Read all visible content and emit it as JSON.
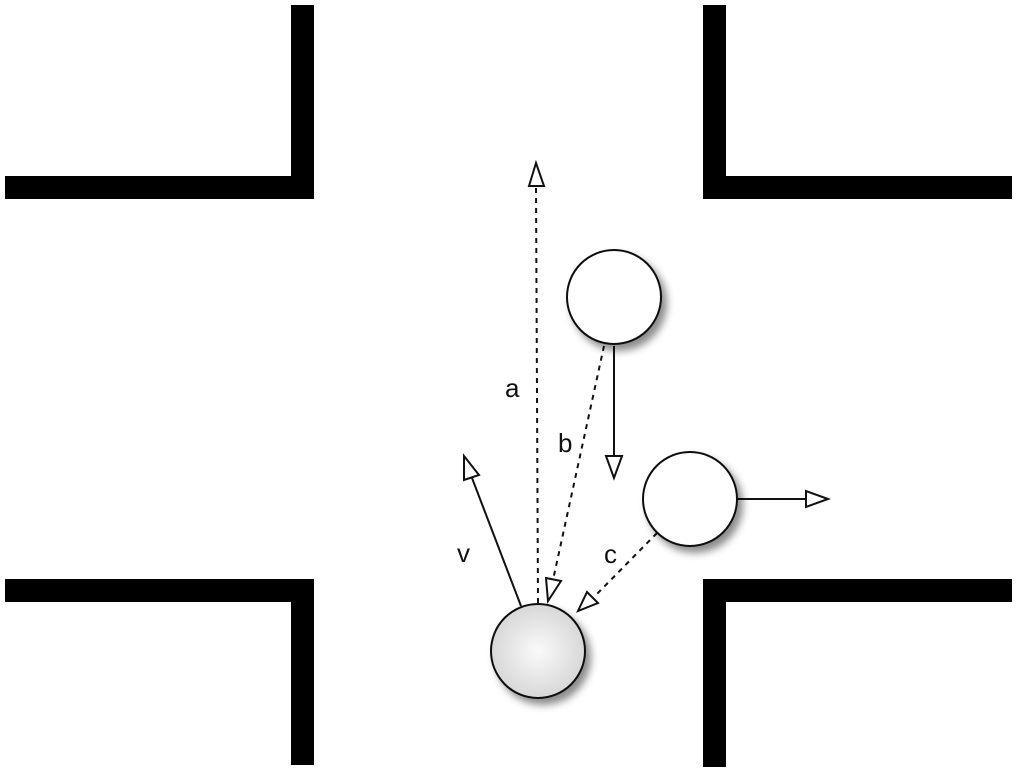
{
  "labels": {
    "a": "a",
    "b": "b",
    "c": "c",
    "v": "v"
  },
  "colors": {
    "walls": "#000000",
    "other_agents": "#ffffff",
    "ego_agent": "#e6e6e6"
  }
}
